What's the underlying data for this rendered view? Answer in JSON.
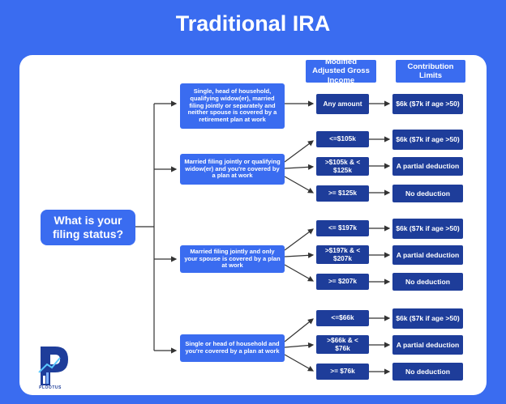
{
  "title": "Traditional IRA",
  "headers": {
    "income": "Modified Adjusted Gross Income",
    "limits": "Contribution Limits"
  },
  "start_question": "What is your filing status?",
  "branches": [
    {
      "status": "Single, head of household, qualifying widow(er), married filing jointly or separately and neither spouse is covered by a retirement plan at work",
      "rows": [
        {
          "income": "Any amount",
          "limit": "$6k ($7k if age >50)"
        }
      ]
    },
    {
      "status": "Married filing jointly or qualifying widow(er) and you're covered by a plan at work",
      "rows": [
        {
          "income": "<=$105k",
          "limit": "$6k ($7k if age >50)"
        },
        {
          "income": ">$105k & < $125k",
          "limit": "A partial deduction"
        },
        {
          "income": ">= $125k",
          "limit": "No deduction"
        }
      ]
    },
    {
      "status": "Married filing jointly and only your spouse is covered by a plan at work",
      "rows": [
        {
          "income": "<= $197k",
          "limit": "$6k ($7k if age >50)"
        },
        {
          "income": ">$197k & < $207k",
          "limit": "A partial deduction"
        },
        {
          "income": ">= $207k",
          "limit": "No deduction"
        }
      ]
    },
    {
      "status": "Single or head of household and you're covered by a plan at work",
      "rows": [
        {
          "income": "<=$66k",
          "limit": "$6k ($7k if age >50)"
        },
        {
          "income": ">$66k & < $76k",
          "limit": "A partial deduction"
        },
        {
          "income": ">= $76k",
          "limit": "No deduction"
        }
      ]
    }
  ],
  "logo": {
    "name": "PLOOTUS",
    "icon": "plootus-logo-icon"
  },
  "colors": {
    "background": "#3a6cf0",
    "panel": "#ffffff",
    "light_box": "#3a6cf0",
    "dark_box": "#1e3d9a",
    "lines": "#333333"
  }
}
